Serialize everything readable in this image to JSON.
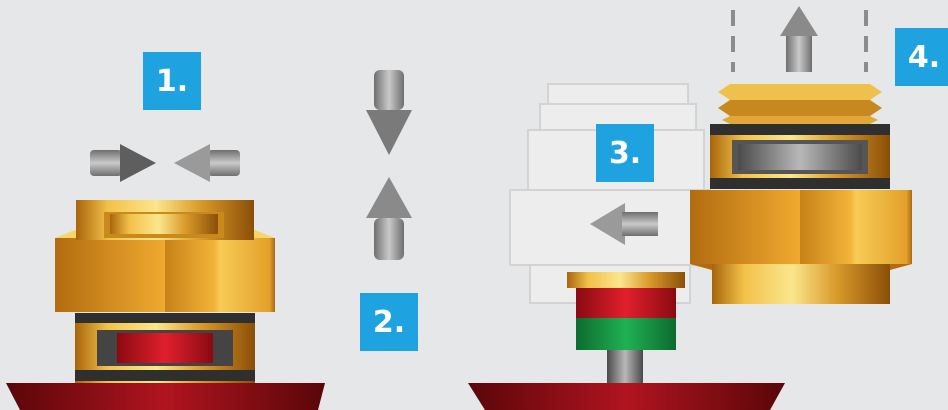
{
  "steps": [
    {
      "label": "1."
    },
    {
      "label": "2."
    },
    {
      "label": "3."
    },
    {
      "label": "4."
    }
  ],
  "colors": {
    "background": "#e6e7e8",
    "badge": "#1ea3e0",
    "badge_text": "#ffffff",
    "brass_light": "#f6d36a",
    "brass_dark": "#a8650c",
    "base_red": "#8a0a14",
    "ring_red": "#c8101c",
    "ring_green": "#179a45",
    "arrow_gray": "#8f8f8f",
    "ghost_gray": "#ededed"
  },
  "icons": [
    "compress-arrows-icon",
    "down-arrow-icon",
    "up-arrow-icon",
    "left-arrow-icon",
    "lift-arrow-icon"
  ]
}
